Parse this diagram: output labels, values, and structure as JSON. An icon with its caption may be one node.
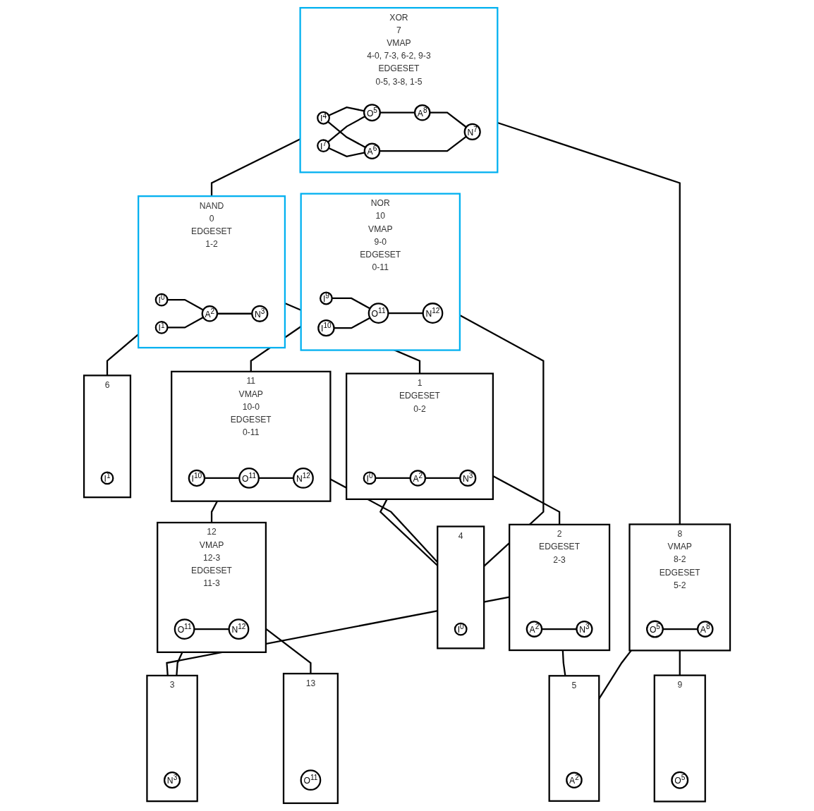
{
  "diagram": {
    "nodes": [
      {
        "text": [
          "XOR",
          "7",
          "VMAP",
          "4-0, 7-3, 6-2, 9-3",
          "EDGESET",
          "0-5, 3-8, 1-5"
        ]
      },
      {
        "text": [
          "I",
          "4"
        ],
        "in": 0
      },
      {
        "text": [
          "O",
          "5"
        ],
        "in": 0
      },
      {
        "text": [
          "A",
          "8"
        ],
        "in": 0
      },
      {
        "text": [
          "I",
          "7"
        ],
        "in": 0
      },
      {
        "text": [
          "A",
          "6"
        ],
        "in": 0
      },
      {
        "text": [
          "N",
          "7"
        ],
        "in": 0
      },
      {
        "text": [
          "NOR",
          "10",
          "VMAP",
          "9-0",
          "EDGESET",
          "0-11"
        ]
      },
      {
        "text": [
          "I",
          "9"
        ],
        "in": 7
      },
      {
        "text": [
          "I",
          "10"
        ],
        "in": 7
      },
      {
        "text": [
          "O",
          "11"
        ],
        "in": 7
      },
      {
        "text": [
          "N",
          "12"
        ],
        "in": 7
      },
      {
        "text": [
          "NAND",
          "0",
          "EDGESET",
          "1-2"
        ]
      },
      {
        "text": [
          "I",
          "0"
        ],
        "in": 12
      },
      {
        "text": [
          "I",
          "1"
        ],
        "in": 12
      },
      {
        "text": [
          "A",
          "2"
        ],
        "in": 12
      },
      {
        "text": [
          "N",
          "3"
        ],
        "in": 12
      },
      {
        "text": [
          "8",
          "VMAP",
          "8-2",
          "EDGESET",
          "5-2"
        ]
      },
      {
        "text": [
          "O",
          "5"
        ],
        "in": 17
      },
      {
        "text": [
          "A",
          "8"
        ],
        "in": 17
      },
      {
        "text": [
          "9"
        ]
      },
      {
        "text": [
          "O",
          "5"
        ],
        "in": 20
      },
      {
        "text": [
          "11",
          "VMAP",
          "10-0",
          "EDGESET",
          "0-11"
        ]
      },
      {
        "text": [
          "I",
          "10"
        ],
        "in": 22
      },
      {
        "text": [
          "O",
          "11"
        ],
        "in": 22
      },
      {
        "text": [
          "N",
          "12"
        ],
        "in": 22
      },
      {
        "text": [
          "1",
          "EDGESET",
          "0-2"
        ]
      },
      {
        "text": [
          "I",
          "0"
        ],
        "in": 26
      },
      {
        "text": [
          "A",
          "2"
        ],
        "in": 26
      },
      {
        "text": [
          "N",
          "3"
        ],
        "in": 26
      },
      {
        "text": [
          "6"
        ]
      },
      {
        "text": [
          "I",
          "1"
        ],
        "in": 30
      },
      {
        "text": [
          "12",
          "VMAP",
          "12-3",
          "EDGESET",
          "11-3"
        ]
      },
      {
        "text": [
          "O",
          "11"
        ],
        "in": 32
      },
      {
        "text": [
          "N",
          "12"
        ],
        "in": 32
      },
      {
        "text": [
          "4"
        ]
      },
      {
        "text": [
          "I",
          "0"
        ],
        "in": 35
      },
      {
        "text": [
          "2",
          "EDGESET",
          "2-3"
        ]
      },
      {
        "text": [
          "A",
          "2"
        ],
        "in": 37
      },
      {
        "text": [
          "N",
          "3"
        ],
        "in": 37
      },
      {
        "text": [
          "13"
        ]
      },
      {
        "text": [
          "O",
          "11"
        ],
        "in": 40
      },
      {
        "text": [
          "3"
        ]
      },
      {
        "text": [
          "N",
          "3"
        ],
        "in": 42
      },
      {
        "text": [
          "5"
        ]
      },
      {
        "text": [
          "A",
          "2"
        ],
        "in": 44
      }
    ],
    "edges": [
      {
        "from": 1,
        "to": 2,
        "arrow": "none"
      },
      {
        "from": 1,
        "to": 5,
        "arrow": "none"
      },
      {
        "from": 4,
        "to": 2,
        "arrow": "none"
      },
      {
        "from": 2,
        "to": 3,
        "arrow": "none"
      },
      {
        "from": 3,
        "to": 6,
        "arrow": "none"
      },
      {
        "from": 4,
        "to": 5,
        "arrow": "none"
      },
      {
        "from": 5,
        "to": 6,
        "arrow": "none"
      },
      {
        "from": 8,
        "to": 10,
        "arrow": "none"
      },
      {
        "from": 9,
        "to": 10,
        "arrow": "none"
      },
      {
        "from": 10,
        "to": 11,
        "arrow": "none"
      },
      {
        "from": 13,
        "to": 15,
        "arrow": "none"
      },
      {
        "from": 14,
        "to": 15,
        "arrow": "none"
      },
      {
        "from": 15,
        "to": 16,
        "arrow": "none"
      },
      {
        "from": 18,
        "to": 19,
        "arrow": "none"
      },
      {
        "from": 23,
        "to": 24,
        "arrow": "none"
      },
      {
        "from": 24,
        "to": 25,
        "arrow": "none"
      },
      {
        "from": 27,
        "to": 28,
        "arrow": "none"
      },
      {
        "from": 28,
        "to": 29,
        "arrow": "none"
      },
      {
        "from": 33,
        "to": 34,
        "arrow": "none"
      },
      {
        "from": 38,
        "to": 39,
        "arrow": "none"
      },
      {
        "from": 0,
        "to": 12,
        "arrow": "none"
      },
      {
        "from": 0,
        "to": 17,
        "arrow": "none"
      },
      {
        "from": 17,
        "to": 20,
        "arrow": "none"
      },
      {
        "from": 17,
        "to": 44,
        "arrow": "none"
      },
      {
        "from": 7,
        "to": 22,
        "arrow": "none"
      },
      {
        "from": 7,
        "to": 35,
        "arrow": "none"
      },
      {
        "from": 12,
        "to": 26,
        "arrow": "none"
      },
      {
        "from": 12,
        "to": 30,
        "arrow": "none"
      },
      {
        "from": 22,
        "to": 32,
        "arrow": "none"
      },
      {
        "from": 22,
        "to": 35,
        "arrow": "none"
      },
      {
        "from": 26,
        "to": 35,
        "arrow": "none"
      },
      {
        "from": 26,
        "to": 37,
        "arrow": "none"
      },
      {
        "from": 32,
        "to": 40,
        "arrow": "none"
      },
      {
        "from": 32,
        "to": 42,
        "arrow": "none"
      },
      {
        "from": 37,
        "to": 42,
        "arrow": "none"
      },
      {
        "from": 37,
        "to": 44,
        "arrow": "none"
      }
    ]
  }
}
